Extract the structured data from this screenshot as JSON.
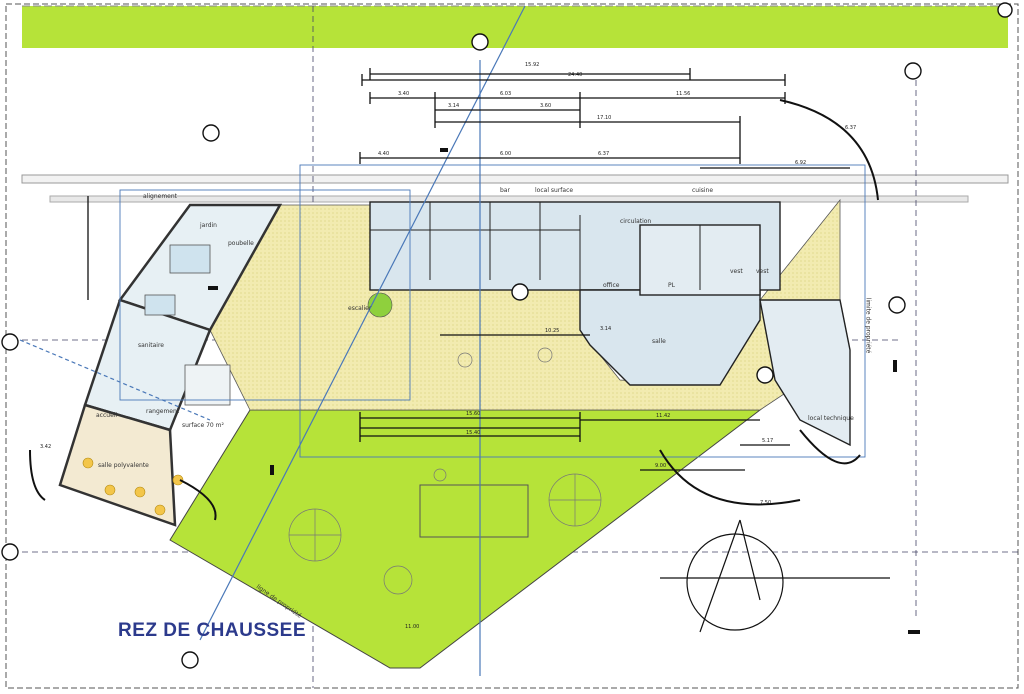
{
  "plan": {
    "title": "REZ DE CHAUSSEE",
    "rooms": {
      "bar": "bar",
      "salle": "salle",
      "office": "office",
      "local_surface": "local surface",
      "cuisine": "cuisine",
      "vest1": "vest",
      "vest2": "vest",
      "circulation": "circulation",
      "poubelle": "poubelle",
      "jardin": "jardin",
      "sanitaire": "sanitaire",
      "rangement": "rangement",
      "surface": "surface 70 m²",
      "salle_polyvalente": "salle polyvalente",
      "accueil": "accueil",
      "local_tech": "local technique",
      "escalier": "escalier",
      "alignement": "alignement",
      "limite_propriete": "limite de propriété",
      "ligne_propriete": "ligne de propriété",
      "pl": "PL"
    },
    "dimensions": {
      "d1": "15.92",
      "d2": "24.40",
      "d3": "6.03",
      "d4": "11.56",
      "d5": "3.40",
      "d6": "3.14",
      "d7": "17.10",
      "d8": "3.60",
      "d9": "6.00",
      "d10": "4.40",
      "d11": "6.37",
      "d12": "6.92",
      "d13": "15.60",
      "d14": "15.40",
      "d15": "10.25",
      "d16": "11.42",
      "d17": "9.00",
      "d18": "5.17",
      "d19": "3.14",
      "d20": "7.50",
      "d21": "6.37",
      "d22": "3.42",
      "d23": "11.00"
    }
  }
}
